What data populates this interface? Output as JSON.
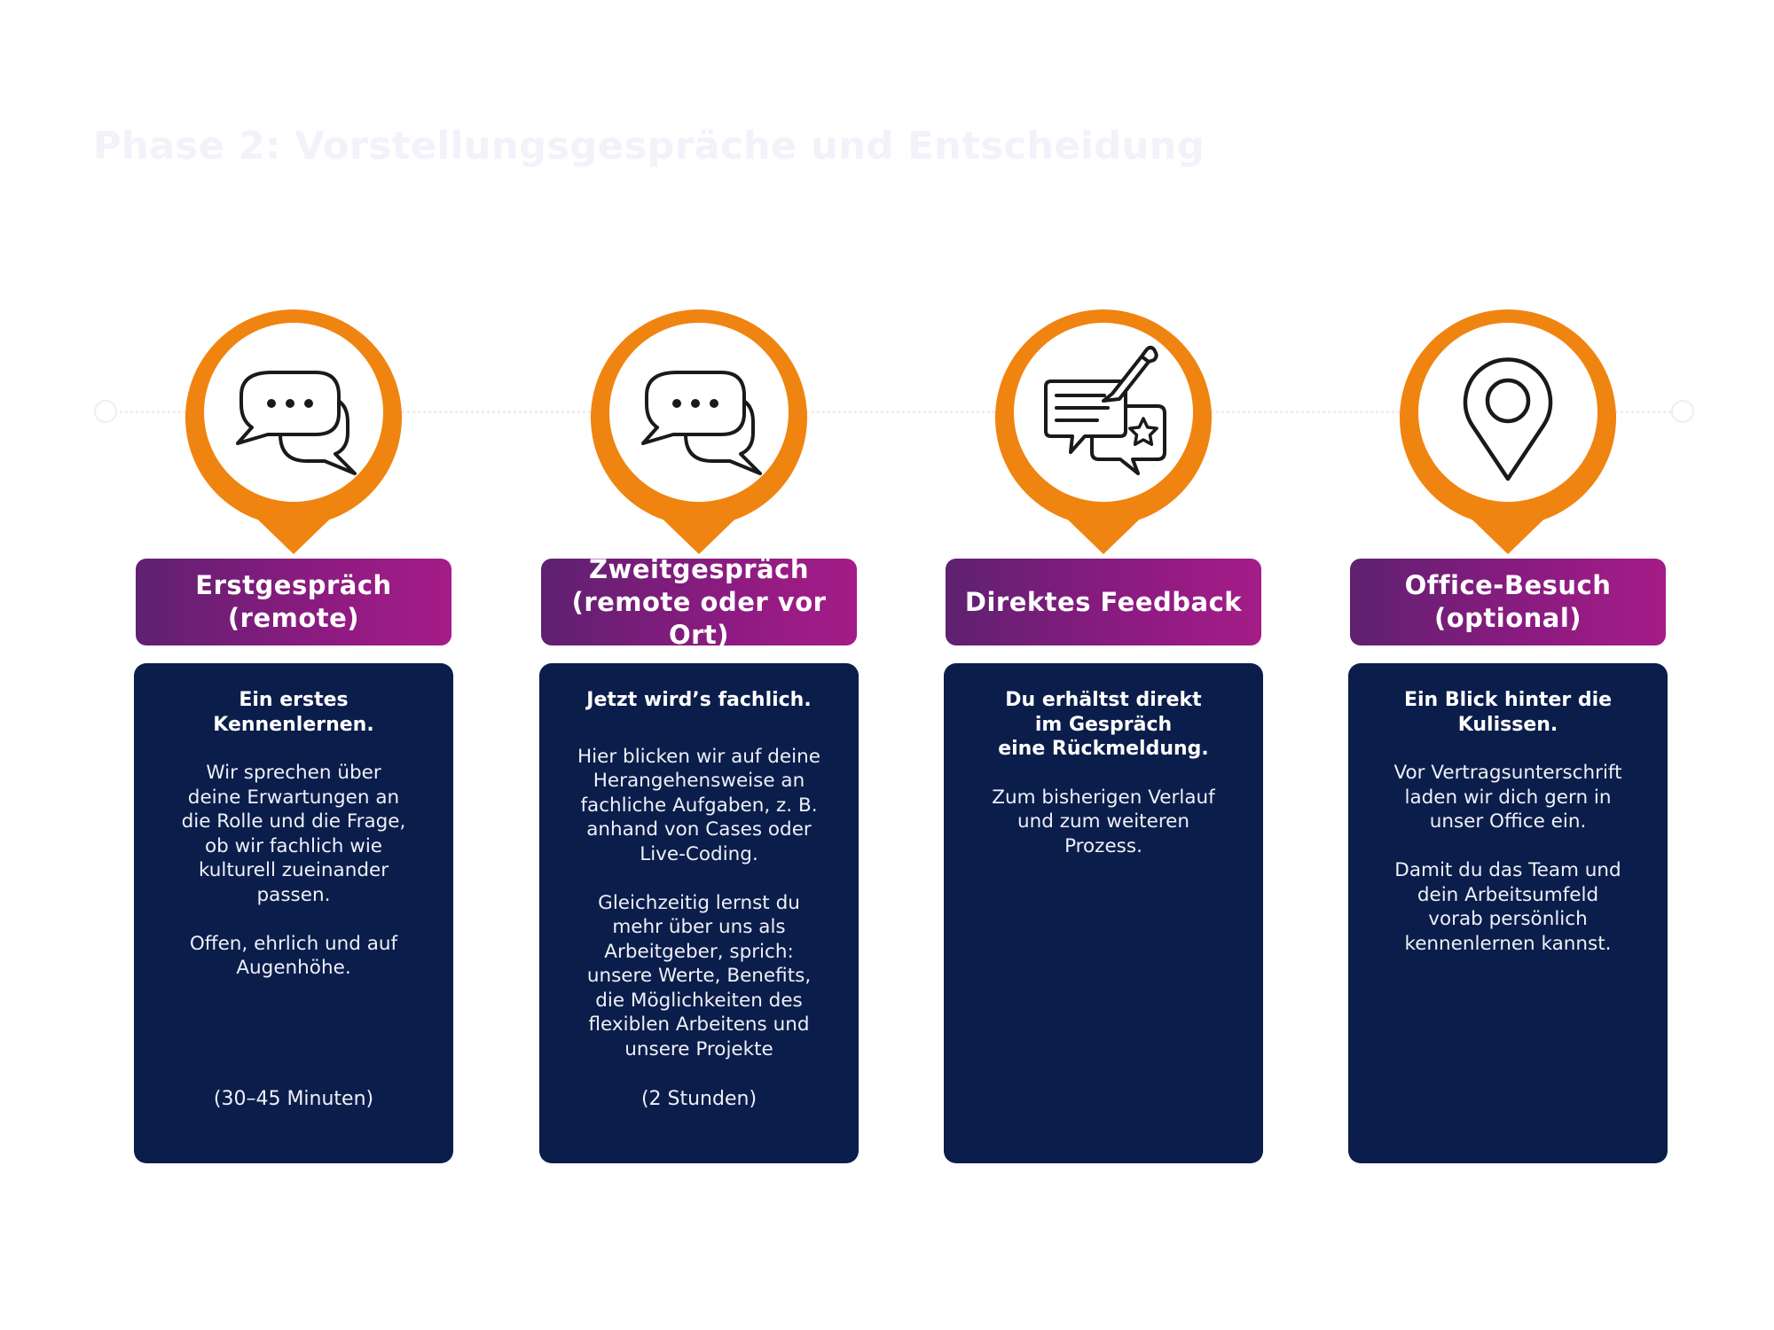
{
  "page": {
    "title": "Phase 2: Vorstellungsgespräche und Entscheidung"
  },
  "colors": {
    "pin_orange": "#f08410",
    "header_gradient_start": "#5e2170",
    "header_gradient_end": "#a51c87",
    "card_navy": "#0b1d4a",
    "title_faint": "#f1f2fa"
  },
  "steps": [
    {
      "icon": "chat-bubbles-icon",
      "title": "Erstgespräch\n(remote)",
      "lead": "Ein erstes\nKennenlernen.",
      "body": "Wir sprechen über\ndeine Erwartungen an\ndie Rolle und die Frage,\nob wir fachlich wie\nkulturell zueinander\npassen.\n\nOffen, ehrlich und auf\nAugenhöhe.",
      "duration": "(30–45 Minuten)"
    },
    {
      "icon": "chat-bubbles-icon",
      "title": "Zweitgespräch\n(remote oder vor Ort)",
      "lead": "Jetzt wird’s fachlich.",
      "body": "Hier blicken wir auf deine\nHerangehensweise an\nfachliche Aufgaben, z. B.\nanhand von Cases oder\nLive-Coding.\n\nGleichzeitig lernst du\nmehr über uns als\nArbeitgeber, sprich:\nunsere Werte, Benefits,\ndie Möglichkeiten des\nflexiblen Arbeitens und\nunsere Projekte",
      "duration": "(2 Stunden)"
    },
    {
      "icon": "feedback-icon",
      "title": "Direktes Feedback",
      "lead": "Du erhältst direkt\nim Gespräch\neine Rückmeldung.",
      "body": "Zum bisherigen Verlauf\nund zum weiteren\nProzess.",
      "duration": ""
    },
    {
      "icon": "location-pin-icon",
      "title": "Office-Besuch\n(optional)",
      "lead": "Ein Blick hinter die\nKulissen.",
      "body": "Vor Vertragsunterschrift\nladen wir dich gern in\nunser Office ein.\n\nDamit du das Team und\ndein Arbeitsumfeld\nvorab persönlich\nkennenlernen kannst.",
      "duration": ""
    }
  ]
}
